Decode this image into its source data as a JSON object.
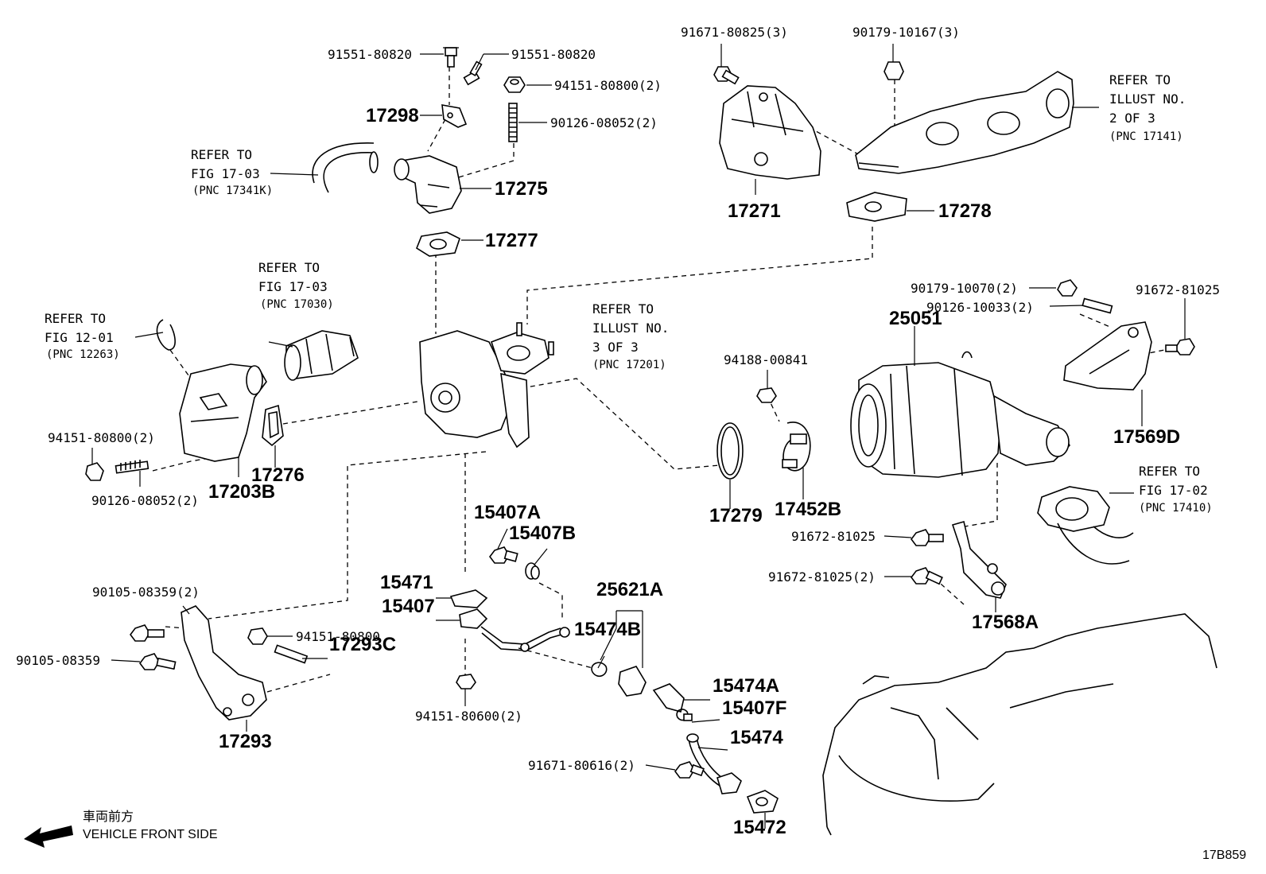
{
  "diagram_code": "17B859",
  "orientation": {
    "label_jp": "車両前方",
    "label_en": "VEHICLE FRONT SIDE",
    "icon": "arrow-left-icon"
  },
  "references": {
    "ref_illust_2of3": [
      "REFER TO",
      "ILLUST NO.",
      "2 OF 3",
      "(PNC 17141)"
    ],
    "ref_fig_17_03_top": [
      "REFER TO",
      "FIG 17-03",
      "(PNC 17341K)"
    ],
    "ref_fig_17_03_mid": [
      "REFER TO",
      "FIG 17-03",
      "(PNC 17030)"
    ],
    "ref_fig_12_01": [
      "REFER TO",
      "FIG 12-01",
      "(PNC 12263)"
    ],
    "ref_illust_3of3": [
      "REFER TO",
      "ILLUST NO.",
      "3 OF 3",
      "(PNC 17201)"
    ],
    "ref_fig_17_02": [
      "REFER TO",
      "FIG 17-02",
      "(PNC 17410)"
    ]
  },
  "part_numbers": {
    "p91551_a": "91551-80820",
    "p91551_b": "91551-80820",
    "p94151_top": "94151-80800(2)",
    "p90126_top": "90126-08052(2)",
    "p91671_top": "91671-80825(3)",
    "p90179_top": "90179-10167(3)",
    "p90179_mid": "90179-10070(2)",
    "p90126_mid": "90126-10033(2)",
    "p91672_right": "91672-81025",
    "p94188": "94188-00841",
    "p94151_left": "94151-80800(2)",
    "p90126_left": "90126-08052(2)",
    "p91672_a": "91672-81025",
    "p91672_b": "91672-81025(2)",
    "p90105_a": "90105-08359(2)",
    "p90105_b": "90105-08359",
    "p94151_bottom": "94151-80800",
    "p94151_600": "94151-80600(2)",
    "p91671_616": "91671-80616(2)"
  },
  "pnc_labels": {
    "c17298": "17298",
    "c17275": "17275",
    "c17277": "17277",
    "c17271": "17271",
    "c17278": "17278",
    "c25051": "25051",
    "c17569d": "17569D",
    "c17276": "17276",
    "c17203b": "17203B",
    "c17279": "17279",
    "c17452b": "17452B",
    "c15407a": "15407A",
    "c15407b": "15407B",
    "c15471": "15471",
    "c15407": "15407",
    "c25621a": "25621A",
    "c15474b": "15474B",
    "c15474a": "15474A",
    "c15407f": "15407F",
    "c15474": "15474",
    "c15472": "15472",
    "c17293c": "17293C",
    "c17293": "17293",
    "c17568a": "17568A"
  }
}
